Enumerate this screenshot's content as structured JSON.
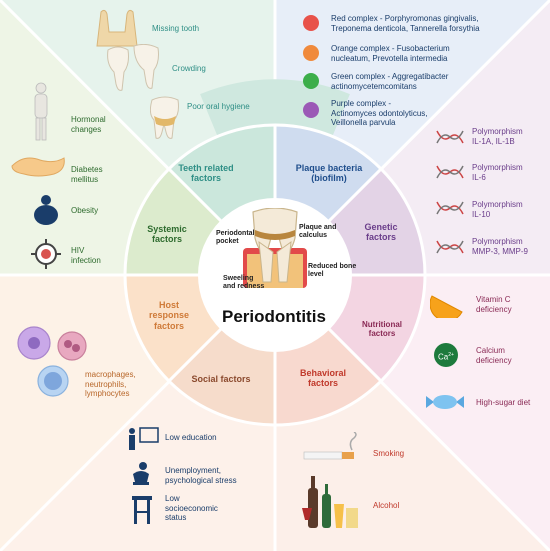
{
  "center": {
    "title": "Periodontitis",
    "labels": {
      "pocket": "Periodontal\npocket",
      "plaque": "Plaque and\ncalculus",
      "swelling": "Sweeling\nand redness",
      "bone": "Reduced bone\nlevel"
    }
  },
  "categories": {
    "teeth": "Teeth related\nfactors",
    "plaque": "Plaque bacteria\n(biofilm)",
    "genetic": "Genetic\nfactors",
    "nutritional": "Nutritional\nfactors",
    "behavioral": "Behavioral\nfactors",
    "social": "Social factors",
    "host": "Host\nresponse\nfactors",
    "systemic": "Systemic\nfactors"
  },
  "teeth": {
    "items": [
      "Missing tooth",
      "Crowding",
      "Poor oral hygiene"
    ]
  },
  "plaque": {
    "items": [
      {
        "text": "Red complex - Porphyromonas gingivalis,\nTreponema denticola, Tannerella forsythia",
        "color": "#e8524a"
      },
      {
        "text": "Orange complex - Fusobacterium\nnucleatum, Prevotella intermedia",
        "color": "#f08a3c"
      },
      {
        "text": "Green complex - Aggregatibacter\nactinomycetemcomitans",
        "color": "#3cae4a"
      },
      {
        "text": "Purple complex -\nActinomyces odontolyticus,\nVeillonella parvula",
        "color": "#9b59b6"
      }
    ]
  },
  "genetic": {
    "items": [
      "Polymorphism\nIL-1A, IL-1B",
      "Polymorphism\nIL-6",
      "Polymorphism\nIL-10",
      "Polymorphism\nMMP-3, MMP-9"
    ]
  },
  "nutritional": {
    "items": [
      "Vitamin C\ndeficiency",
      "Calcium\ndeficiency",
      "High-sugar diet"
    ],
    "calcium_icon": "Ca"
  },
  "behavioral": {
    "items": [
      "Smoking",
      "Alcohol"
    ]
  },
  "social": {
    "items": [
      "Low education",
      "Unemployment,\npsychological stress",
      "Low\nsocioeconomic\nstatus"
    ]
  },
  "host": {
    "items": [
      "macrophages,\nneutrophils,\nlymphocytes"
    ]
  },
  "systemic": {
    "items": [
      "Hormonal\nchanges",
      "Diabetes\nmellitus",
      "Obesity",
      "HIV\ninfection"
    ]
  },
  "icons": {
    "teeth": [
      "missing-tooth-icon",
      "crowding-teeth-icon",
      "plaque-tooth-icon"
    ],
    "genetic": "dna-helix-icon",
    "nutritional": [
      "orange-slice-icon",
      "calcium-icon",
      "candy-icon"
    ],
    "behavioral": [
      "cigarette-icon",
      "alcohol-bottles-icon"
    ],
    "social": [
      "teacher-icon",
      "stressed-person-icon",
      "stool-icon"
    ],
    "host": [
      "macrophage-icon",
      "neutrophil-icon",
      "lymphocyte-icon"
    ],
    "systemic": [
      "body-icon",
      "pancreas-icon",
      "obesity-icon",
      "virus-icon"
    ]
  },
  "colors": {
    "teeth": "#e8f4ee",
    "plaque": "#e8eef8",
    "genetic": "#f3ebf4",
    "nutritional": "#fbeef4",
    "behavioral": "#fbeee8",
    "social": "#fcefe8",
    "host": "#fdf1e6",
    "systemic": "#eef4e6"
  }
}
